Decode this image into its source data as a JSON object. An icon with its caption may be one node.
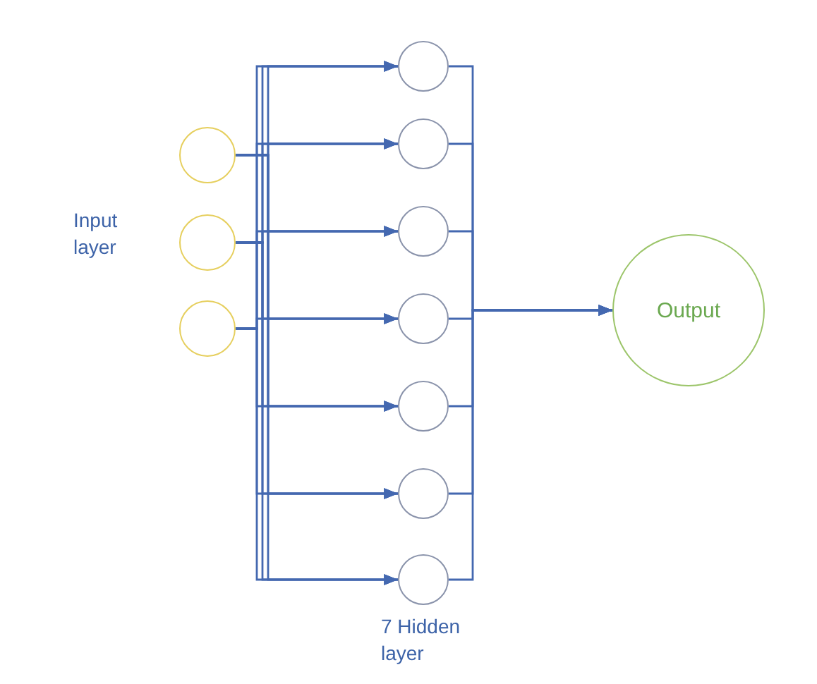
{
  "diagram": {
    "nodes": [
      {
        "text": [],
        "shape": "circle"
      },
      {
        "text": [],
        "shape": "circle"
      },
      {
        "text": [],
        "shape": "circle"
      },
      {
        "text": [],
        "shape": "circle"
      },
      {
        "text": [],
        "shape": "circle"
      },
      {
        "text": [],
        "shape": "circle"
      },
      {
        "text": [],
        "shape": "circle"
      },
      {
        "text": [],
        "shape": "circle"
      },
      {
        "text": [],
        "shape": "circle"
      },
      {
        "text": [],
        "shape": "circle"
      },
      {
        "text": [
          "Output"
        ]
      }
    ],
    "edges": [
      {
        "from": 0,
        "to": 3,
        "arrow": "to"
      },
      {
        "from": 0,
        "to": 4,
        "arrow": "to"
      },
      {
        "from": 0,
        "to": 5,
        "arrow": "to"
      },
      {
        "from": 0,
        "to": 6,
        "arrow": "to"
      },
      {
        "from": 0,
        "to": 7,
        "arrow": "to"
      },
      {
        "from": 0,
        "to": 8,
        "arrow": "to"
      },
      {
        "from": 0,
        "to": 9,
        "arrow": "to"
      },
      {
        "from": 1,
        "to": 3,
        "arrow": "to"
      },
      {
        "from": 1,
        "to": 4,
        "arrow": "to"
      },
      {
        "from": 1,
        "to": 5,
        "arrow": "to"
      },
      {
        "from": 1,
        "to": 6,
        "arrow": "to"
      },
      {
        "from": 1,
        "to": 7,
        "arrow": "to"
      },
      {
        "from": 1,
        "to": 8,
        "arrow": "to"
      },
      {
        "from": 1,
        "to": 9,
        "arrow": "to"
      },
      {
        "from": 2,
        "to": 3,
        "arrow": "to"
      },
      {
        "from": 2,
        "to": 4,
        "arrow": "to"
      },
      {
        "from": 2,
        "to": 5,
        "arrow": "to"
      },
      {
        "from": 2,
        "to": 6,
        "arrow": "to"
      },
      {
        "from": 2,
        "to": 7,
        "arrow": "to"
      },
      {
        "from": 2,
        "to": 8,
        "arrow": "to"
      },
      {
        "from": 2,
        "to": 9,
        "arrow": "to"
      },
      {
        "from": 3,
        "to": 10,
        "arrow": "to"
      },
      {
        "from": 4,
        "to": 10,
        "arrow": "to"
      },
      {
        "from": 5,
        "to": 10,
        "arrow": "to"
      },
      {
        "from": 6,
        "to": 10,
        "arrow": "to"
      },
      {
        "from": 7,
        "to": 10,
        "arrow": "to"
      },
      {
        "from": 8,
        "to": 10,
        "arrow": "to"
      },
      {
        "from": 9,
        "to": 10,
        "arrow": "to"
      }
    ],
    "labels": [
      "Input layer",
      "7 Hidden layer"
    ]
  }
}
